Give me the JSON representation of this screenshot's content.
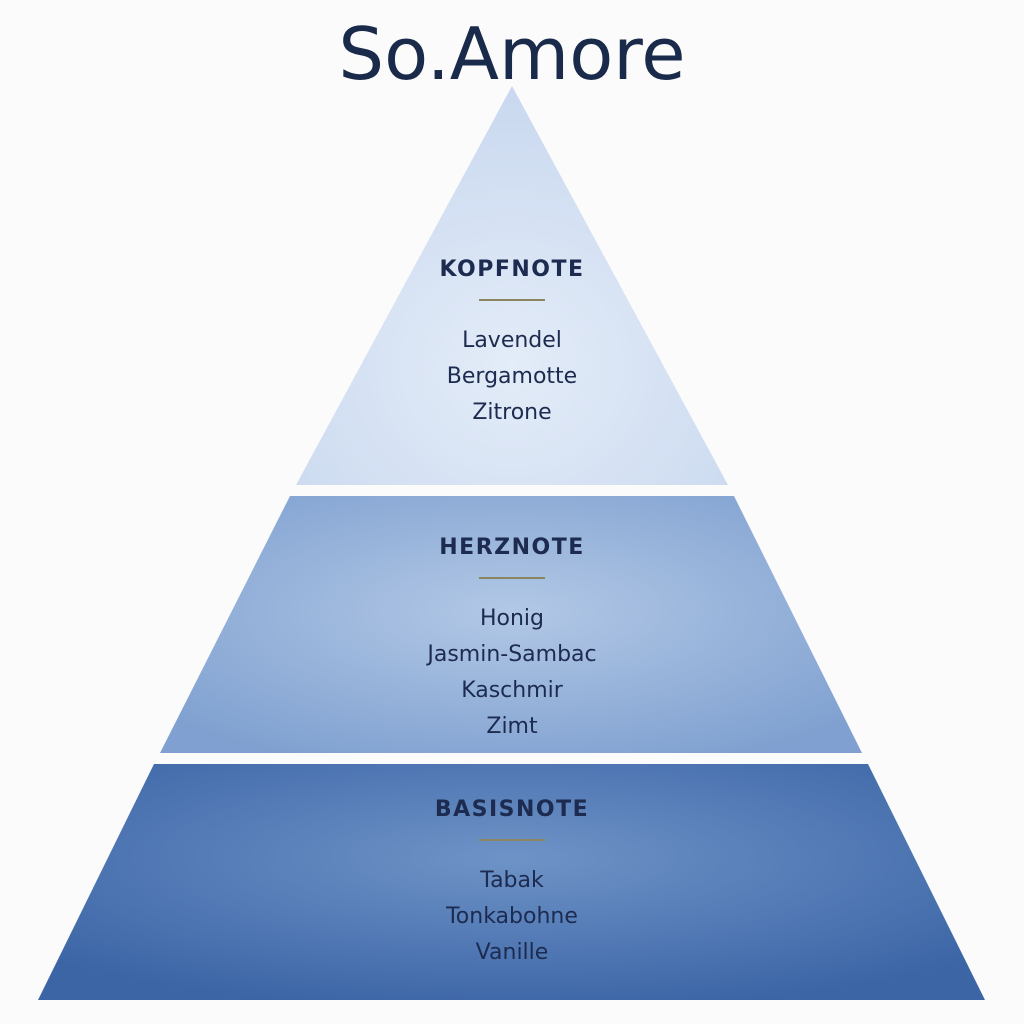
{
  "title": "So.Amore",
  "colors": {
    "title_text": "#1a2a4a",
    "heading_text": "#1c2b4f",
    "divider_rule": "#8b8560",
    "top_tier_light": "#e3ecf8",
    "top_tier_dark": "#c9d8ef",
    "mid_tier_light": "#b2c8e6",
    "mid_tier_dark": "#7fa0d0",
    "base_tier_light": "#6e93c7",
    "base_tier_dark": "#3c65a6",
    "background": "#fbfbfc"
  },
  "tiers": {
    "top": {
      "heading": "KOPFNOTE",
      "notes": [
        "Lavendel",
        "Bergamotte",
        "Zitrone"
      ]
    },
    "middle": {
      "heading": "HERZNOTE",
      "notes": [
        "Honig",
        "Jasmin-Sambac",
        "Kaschmir",
        "Zimt"
      ]
    },
    "base": {
      "heading": "BASISNOTE",
      "notes": [
        "Tabak",
        "Tonkabohne",
        "Vanille"
      ]
    }
  }
}
